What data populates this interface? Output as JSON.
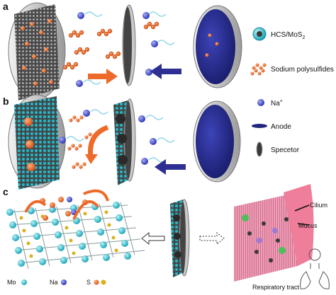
{
  "panels": {
    "a": "a",
    "b": "b",
    "c": "c"
  },
  "legend": {
    "hcs": "HCS/MoS",
    "hcs_sub": "2",
    "polysulfides": "Sodium polysulfides",
    "na": "Na",
    "na_sup": "+",
    "anode": "Anode",
    "separator": "Specetor"
  },
  "panel_c": {
    "mo": "Mo",
    "na": "Na",
    "s": "S",
    "cilium": "Cilium",
    "mucus": "Mucus",
    "respiratory": "Respiratory tract"
  },
  "colors": {
    "hcs_cyan": "#2ab7c9",
    "polysulfide_orange": "#e86a2a",
    "na_blue": "#3a47c8",
    "anode_navy": "#22277e",
    "arrow_orange": "#ee6a2a",
    "arrow_navy": "#2d2f93",
    "tract_pink": "#ee7e9a"
  }
}
